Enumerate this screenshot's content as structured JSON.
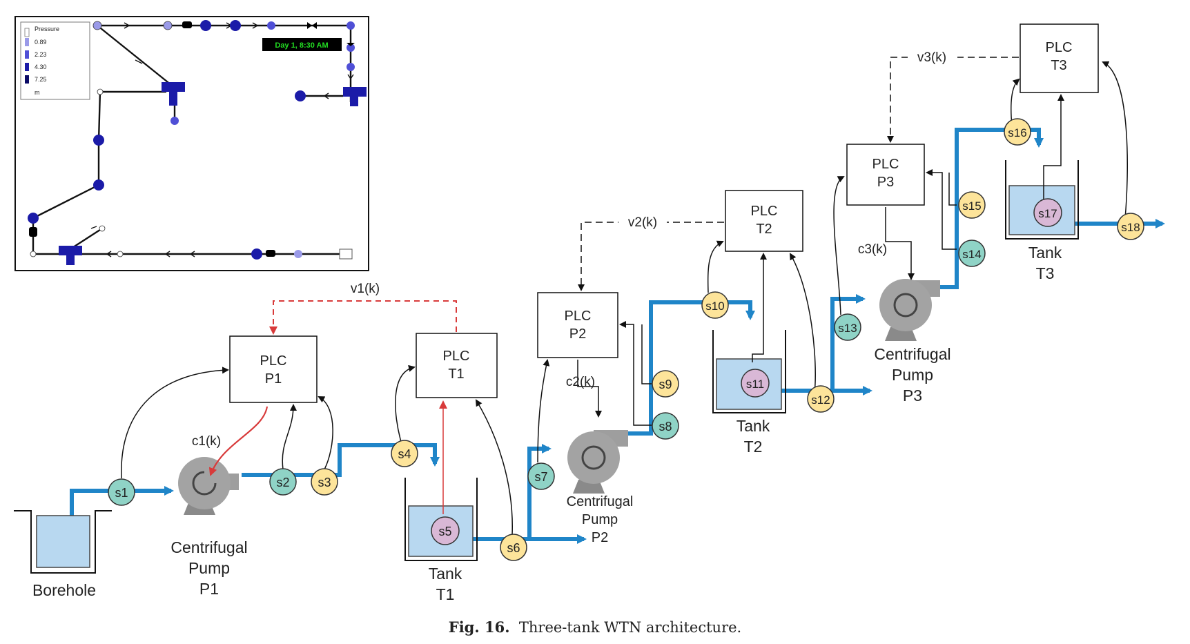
{
  "caption": {
    "fig": "Fig. 16.",
    "text": "Three-tank WTN architecture."
  },
  "inset": {
    "legend_title": "Pressure",
    "legend_values": [
      "0.89",
      "2.23",
      "4.30",
      "7.25",
      "m"
    ],
    "legend_colors": [
      "#ffffff",
      "#9a9ae8",
      "#4f4fd6",
      "#1b1ba8",
      "#0a0a66"
    ],
    "clock": "Day 1, 8:30 AM"
  },
  "plcs": {
    "p1": [
      "PLC",
      "P1"
    ],
    "t1": [
      "PLC",
      "T1"
    ],
    "p2": [
      "PLC",
      "P2"
    ],
    "t2": [
      "PLC",
      "T2"
    ],
    "p3": [
      "PLC",
      "P3"
    ],
    "t3": [
      "PLC",
      "T3"
    ]
  },
  "labels": {
    "borehole": "Borehole",
    "pump1": [
      "Centrifugal",
      "Pump",
      "P1"
    ],
    "pump2": [
      "Centrifugal",
      "Pump",
      "P2"
    ],
    "pump3": [
      "Centrifugal",
      "Pump",
      "P3"
    ],
    "tank1": [
      "Tank",
      "T1"
    ],
    "tank2": [
      "Tank",
      "T2"
    ],
    "tank3": [
      "Tank",
      "T3"
    ]
  },
  "signals": {
    "c1": "c1(k)",
    "c2": "c2(k)",
    "c3": "c3(k)",
    "v1": "v1(k)",
    "v2": "v2(k)",
    "v3": "v3(k)"
  },
  "sensors": [
    "s1",
    "s2",
    "s3",
    "s4",
    "s5",
    "s6",
    "s7",
    "s8",
    "s9",
    "s10",
    "s11",
    "s12",
    "s13",
    "s14",
    "s15",
    "s16",
    "s17",
    "s18"
  ],
  "colors": {
    "pipe": "#1f85c8",
    "sensor_teal": "#8fd3c6",
    "sensor_yellow": "#fde49a",
    "sensor_purple": "#d9b8d6",
    "water": "#b8d8f0",
    "alarm_red": "#d83a3a",
    "pump_gray": "#9e9e9e"
  }
}
